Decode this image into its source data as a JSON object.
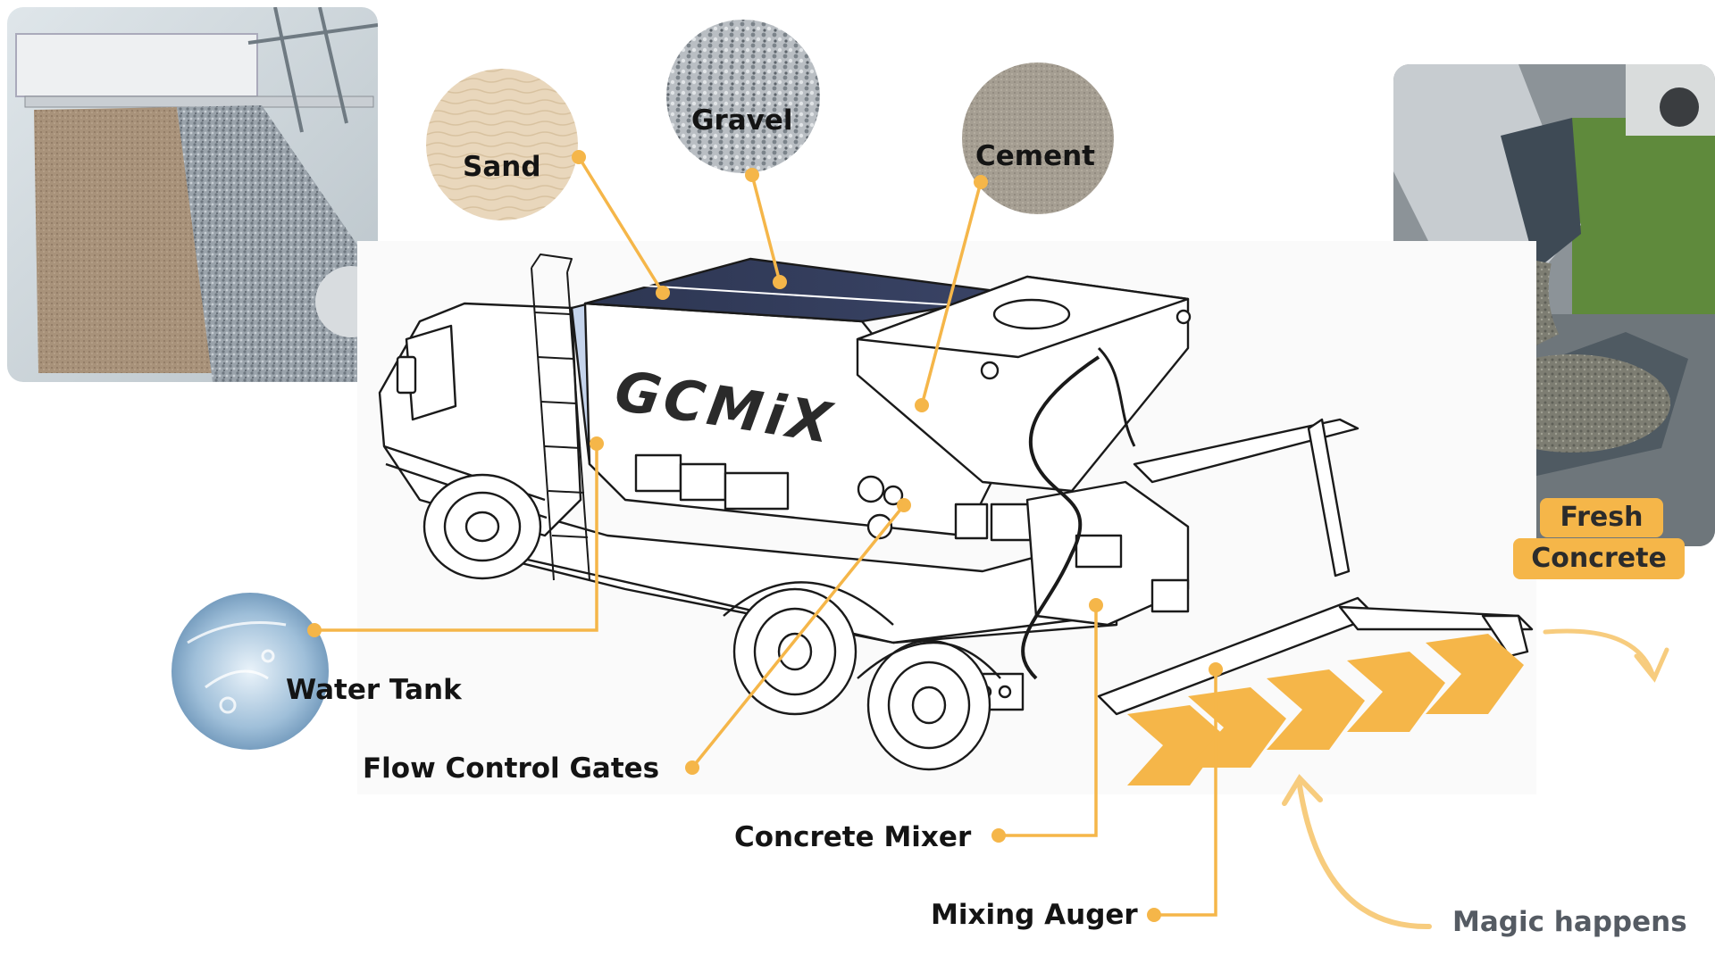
{
  "diagram": {
    "brand_logo": "GCMiX",
    "labels": {
      "sand": "Sand",
      "gravel": "Gravel",
      "cement": "Cement",
      "water_tank": "Water Tank",
      "flow_control_gates": "Flow Control Gates",
      "concrete_mixer": "Concrete Mixer",
      "mixing_auger": "Mixing Auger",
      "fresh_concrete_line1": "Fresh",
      "fresh_concrete_line2": "Concrete",
      "magic_happens": "Magic happens"
    },
    "colors": {
      "accent": "#f5b649",
      "callout_line": "#f5b649",
      "arrow_light": "#f7cc7e",
      "label_text": "#141414",
      "magic_text": "#555b63",
      "truck_stroke": "#1a1a1a"
    },
    "photos": [
      "sand-and-gravel-bins-photo",
      "concrete-pour-wheelbarrow-photo"
    ],
    "material_swatches": [
      "sand-texture",
      "gravel-texture",
      "cement-texture",
      "water-splash"
    ]
  }
}
